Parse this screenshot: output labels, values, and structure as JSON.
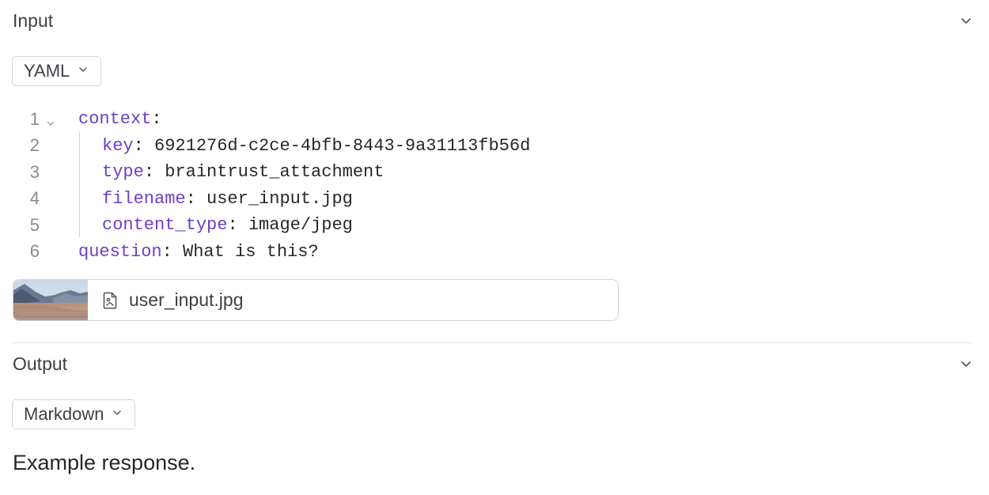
{
  "input": {
    "title": "Input",
    "format": "YAML",
    "code_lines": [
      {
        "num": "1",
        "key": "context",
        "sep": ":",
        "value": ""
      },
      {
        "num": "2",
        "key": "key",
        "sep": ": ",
        "value": "6921276d-c2ce-4bfb-8443-9a31113fb56d"
      },
      {
        "num": "3",
        "key": "type",
        "sep": ": ",
        "value": "braintrust_attachment"
      },
      {
        "num": "4",
        "key": "filename",
        "sep": ": ",
        "value": "user_input.jpg"
      },
      {
        "num": "5",
        "key": "content_type",
        "sep": ": ",
        "value": "image/jpeg"
      },
      {
        "num": "6",
        "key": "question",
        "sep": ": ",
        "value": "What is this?"
      }
    ],
    "attachment": {
      "filename": "user_input.jpg",
      "icon": "file-image-icon"
    }
  },
  "output": {
    "title": "Output",
    "format": "Markdown",
    "text": "Example response."
  },
  "colors": {
    "key": "#6d3fc7",
    "text": "#27272a",
    "line_number": "#8a8a93",
    "border": "#d4d4d8"
  }
}
